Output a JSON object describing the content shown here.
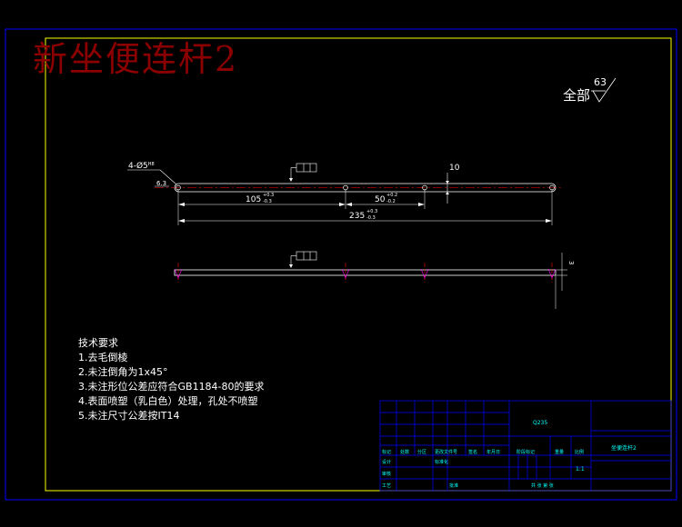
{
  "title": "新坐便连杆2",
  "roughness": {
    "label": "全部",
    "value": "63"
  },
  "dimensions": {
    "holes": "4-Ø5",
    "hole_sup": "H8",
    "roughness_small": "6.3",
    "thickness": "10",
    "d1": "105",
    "d1_tol_top": "+0.3",
    "d1_tol_bot": "-0.3",
    "d2": "50",
    "d2_tol_top": "+0.2",
    "d2_tol_bot": "-0.2",
    "d3": "235",
    "d3_tol_top": "+0.3",
    "d3_tol_bot": "-0.3",
    "side": "3"
  },
  "notes": {
    "heading": "技术要求",
    "items": [
      "1.去毛倒棱",
      "2.未注倒角为1x45°",
      "3.未注形位公差应符合GB1184-80的要求",
      "4.表面喷塑（乳白色）处理，孔处不喷塑",
      "5.未注尺寸公差按IT14"
    ]
  },
  "title_block": {
    "material": "Q235",
    "part_name": "坐便连杆2",
    "scale": "1:1",
    "labels": [
      "标记",
      "处数",
      "分区",
      "更改文件号",
      "签名",
      "年月日",
      "设计",
      "标准化",
      "审核",
      "工艺",
      "批准",
      "阶段标记",
      "重量",
      "比例",
      "共 张 第 张"
    ]
  },
  "colors": {
    "frame_outer": "#0000ff",
    "frame_inner": "#ffff00",
    "part": "#ffffff",
    "center_line": "#ff0000",
    "dims": "#ffffff",
    "title_block": "#0000ff",
    "title_text": "#8b0000"
  }
}
